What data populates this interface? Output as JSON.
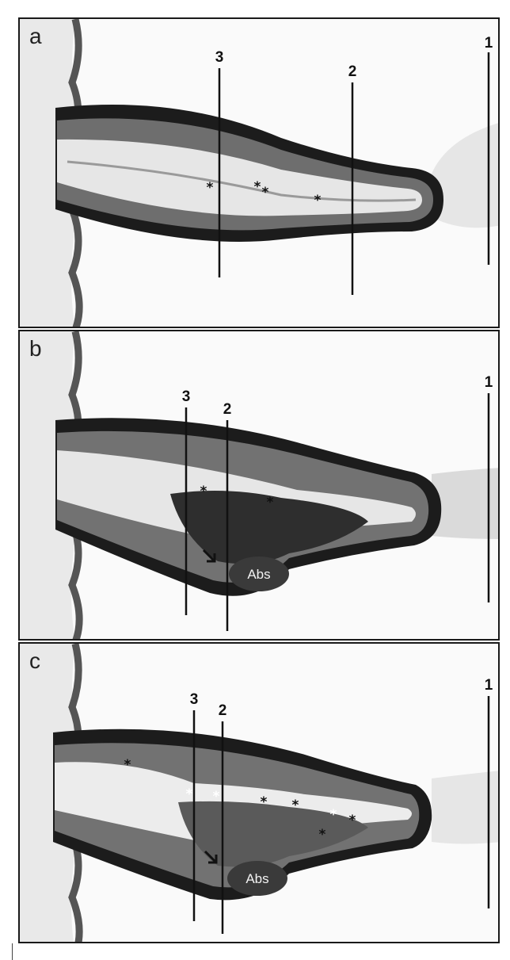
{
  "panels": [
    {
      "label": "a",
      "lines": [
        "1",
        "2",
        "3"
      ],
      "marker": "*"
    },
    {
      "label": "b",
      "lines": [
        "1",
        "2",
        "3"
      ],
      "marker": "*",
      "abscess_label": "Abs"
    },
    {
      "label": "c",
      "lines": [
        "1",
        "2",
        "3"
      ],
      "marker": "*",
      "abscess_label": "Abs"
    }
  ],
  "colors": {
    "wall_dark": "#1c1c1c",
    "wall_mid": "#6e6e6e",
    "lumen_light": "#e6e6e6",
    "abscess": "#3a3a3a",
    "background_tissue": "#e9e9e9"
  }
}
